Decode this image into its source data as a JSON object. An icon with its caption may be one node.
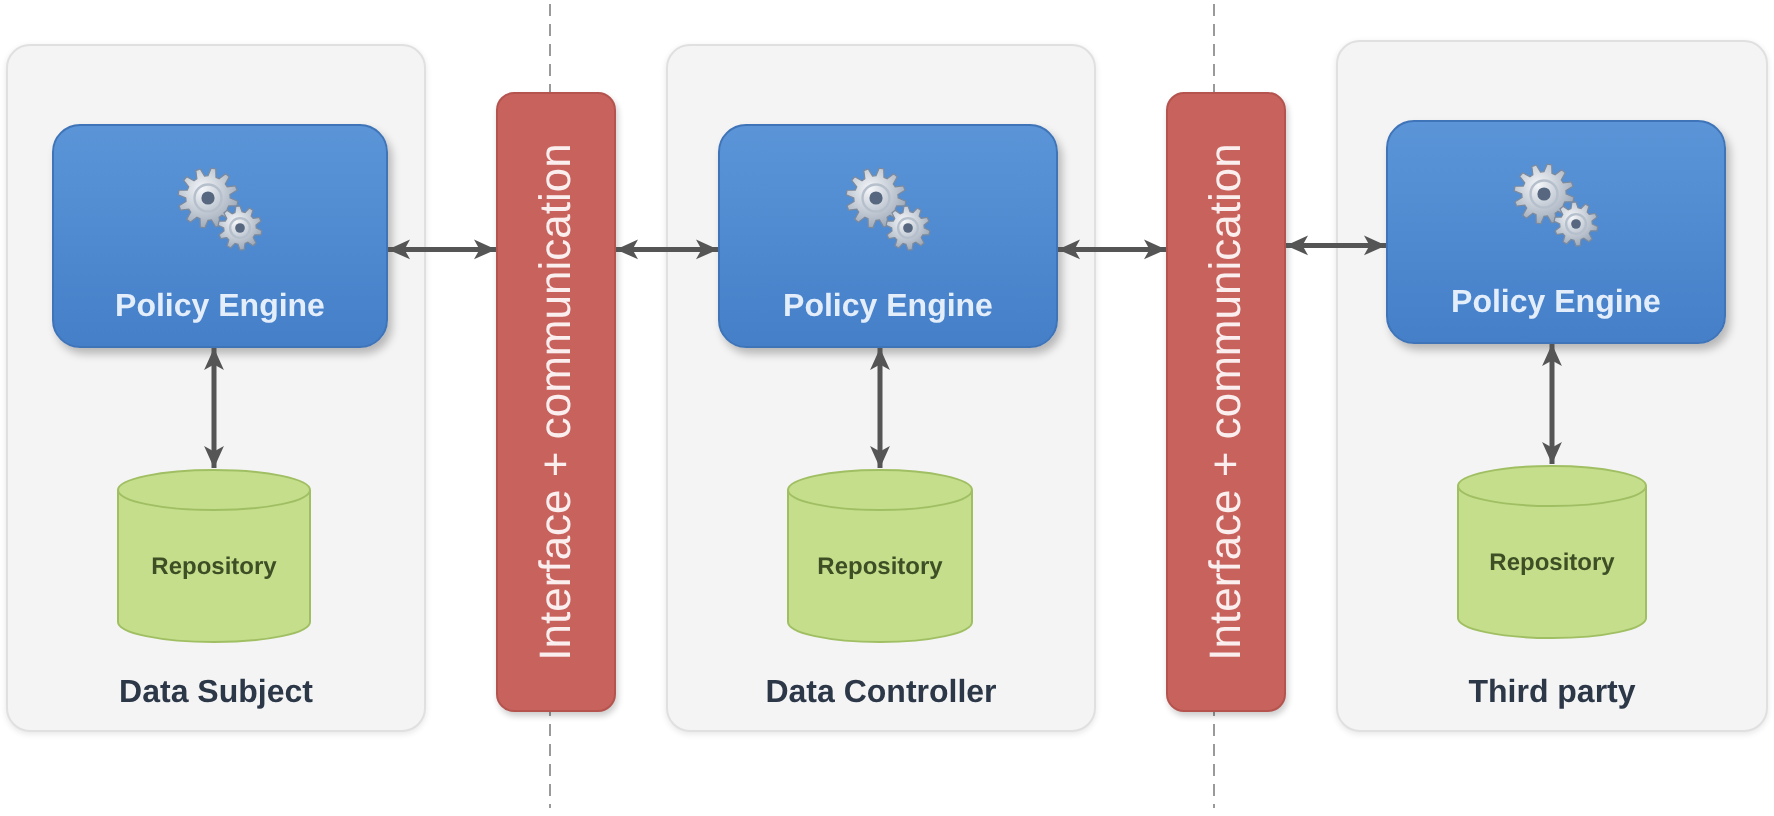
{
  "diagram": {
    "nodes": [
      {
        "text": [
          "Data Subject"
        ]
      },
      {
        "text": [
          "Policy Engine"
        ],
        "in": 0
      },
      {
        "text": [
          "Repository"
        ],
        "in": 0
      },
      {
        "text": [
          "Interface + communication"
        ]
      },
      {
        "text": [
          "Data Controller"
        ]
      },
      {
        "text": [
          "Policy Engine"
        ],
        "in": 4
      },
      {
        "text": [
          "Repository"
        ],
        "in": 4
      },
      {
        "text": [
          "Interface + communication"
        ]
      },
      {
        "text": [
          "Third party"
        ]
      },
      {
        "text": [
          "Policy Engine"
        ],
        "in": 8
      },
      {
        "text": [
          "Repository"
        ],
        "in": 8
      }
    ],
    "edges": [
      {
        "from": 1,
        "to": 3,
        "arrow": "both"
      },
      {
        "from": 3,
        "to": 5,
        "arrow": "both"
      },
      {
        "from": 5,
        "to": 7,
        "arrow": "both"
      },
      {
        "from": 7,
        "to": 9,
        "arrow": "both"
      },
      {
        "from": 1,
        "to": 2,
        "arrow": "both"
      },
      {
        "from": 5,
        "to": 6,
        "arrow": "both"
      },
      {
        "from": 9,
        "to": 10,
        "arrow": "both"
      }
    ]
  }
}
